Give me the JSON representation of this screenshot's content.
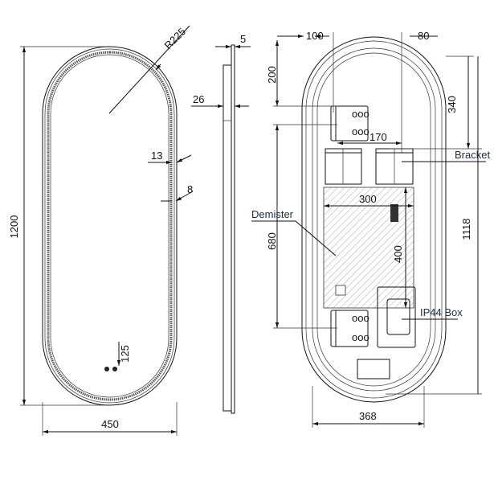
{
  "front_view": {
    "height": "1200",
    "width": "450",
    "radius": "R225",
    "led_band": "13",
    "led_gap": "8",
    "switch_offset": "125"
  },
  "side_view": {
    "glass_thickness": "5",
    "total_depth": "26"
  },
  "back_view": {
    "top_offset_left": "100",
    "top_offset_right": "80",
    "top_bracket_drop": "200",
    "right_bracket_drop": "340",
    "bracket_span": "170",
    "demister_width": "300",
    "demister_height": "400",
    "bracket_vertical": "680",
    "overall_height": "1118",
    "overall_width": "368",
    "bracket_label": "Bracket",
    "demister_label": "Demister",
    "ip44_label": "IP44 Box"
  }
}
